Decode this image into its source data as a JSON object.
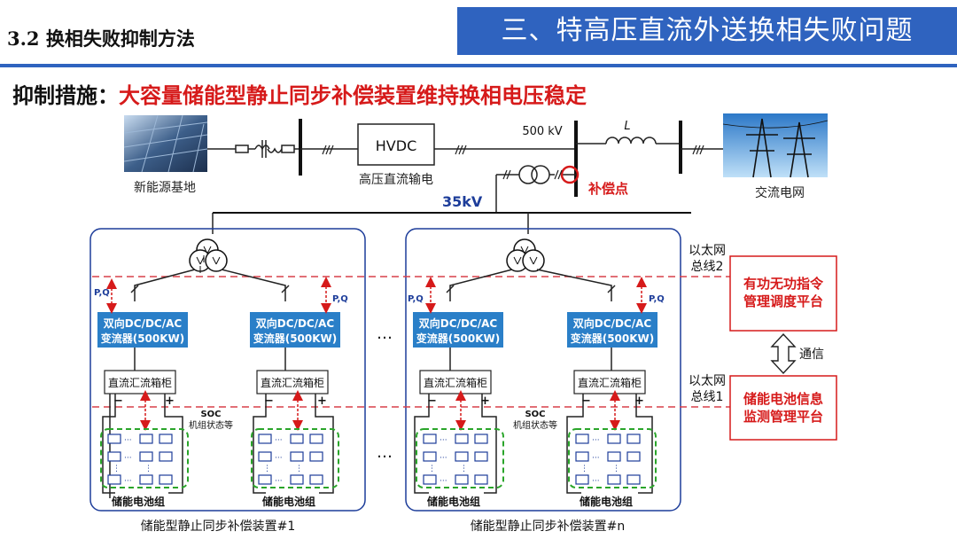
{
  "header": {
    "section": "3.2 换相失败抑制方法",
    "banner": "三、特高压直流外送换相失败问题"
  },
  "measure": {
    "label": "抑制措施：",
    "text": "大容量储能型静止同步补偿装置维持换相电压稳定"
  },
  "diagram": {
    "source_label": "新能源基地",
    "hvdc_box": "HVDC",
    "hvdc_label": "高压直流输电",
    "voltage_500": "500 kV",
    "inductor": "L",
    "grid_label": "交流电网",
    "comp_point": "补偿点",
    "voltage_35": "35kV",
    "pq": "P,Q",
    "converter_line1": "双向DC/DC/AC",
    "converter_line2": "变流器(500KW)",
    "combiner": "直流汇流箱柜",
    "minus": "−",
    "plus": "+",
    "soc": "SOC",
    "unit_status": "机组状态等",
    "battery_group": "储能电池组",
    "device_1": "储能型静止同步补偿装置#1",
    "device_n": "储能型静止同步补偿装置#n",
    "ellipsis": "…",
    "ethernet": "以太网",
    "bus2": "总线2",
    "bus1": "总线1",
    "platform_top_1": "有功无功指令",
    "platform_top_2": "管理调度平台",
    "comm": "通信",
    "platform_bottom_1": "储能电池信息",
    "platform_bottom_2": "监测管理平台"
  },
  "colors": {
    "accent_blue": "#2f63bf",
    "converter_blue": "#2a7fc8",
    "alert_red": "#d61a1a",
    "bus_line_red": "#d9414a",
    "battery_green": "#2aa52a"
  }
}
